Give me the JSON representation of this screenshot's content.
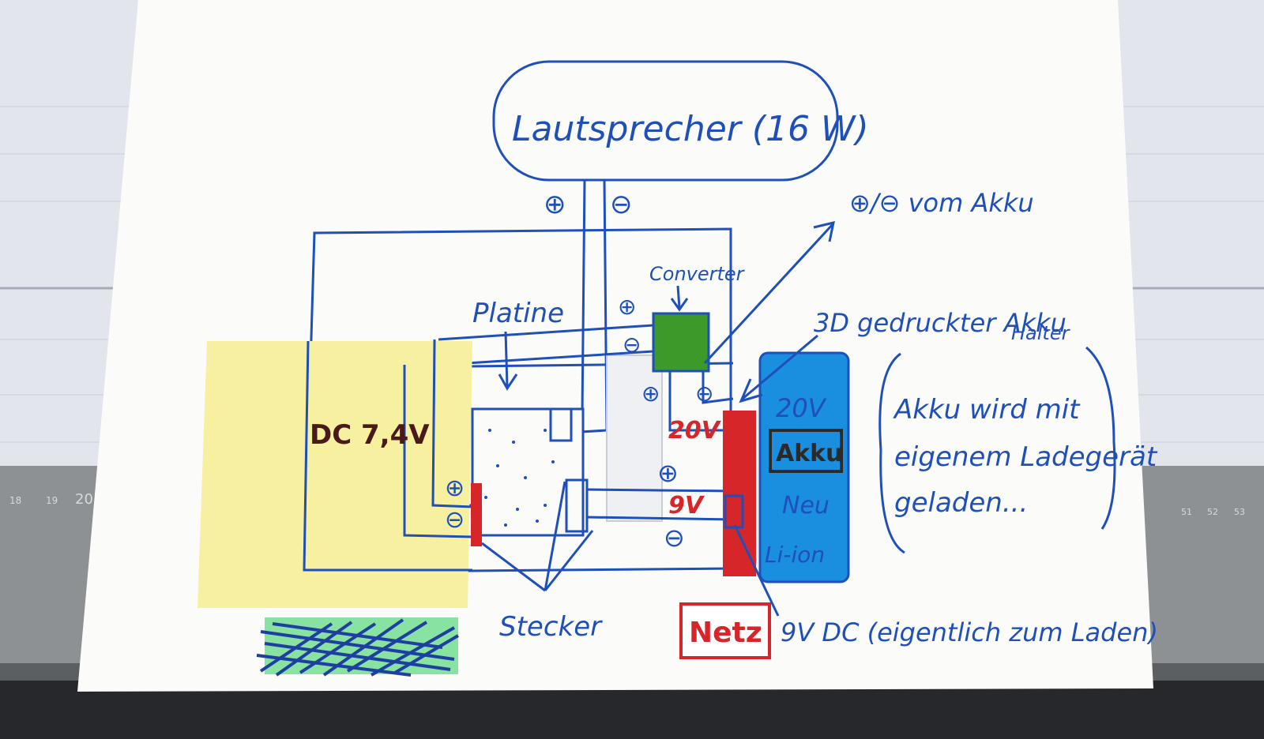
{
  "background": {
    "desk_color": "#2b2d30",
    "screen_color": "#e4e6ee",
    "ruler_color": "#9a9c9e",
    "ruler_left_marks": [
      "18",
      "19",
      "20"
    ],
    "ruler_right_marks": [
      "51",
      "52",
      "53"
    ]
  },
  "colors": {
    "ink_blue": "#1f4fb8",
    "ink_red": "#d6262a",
    "highlighter_green": "#3d9a2a",
    "highlighter_blue": "#1a8fe0",
    "sticky_note": "#f6f0a0",
    "paper": "#fbfbfa"
  },
  "diagram": {
    "speaker_label": "Lautsprecher (16 W)",
    "plus_symbol": "⊕",
    "minus_symbol": "⊖",
    "arrow_note": "⊕/⊖ vom Akku",
    "converter_label": "Converter",
    "platine_label": "Platine",
    "holder_label_line1": "3D gedruckter Akku",
    "holder_label_line2": "Halter",
    "battery": {
      "voltage": "20V",
      "label": "Akku",
      "state": "Neu",
      "chemistry": "Li-ion"
    },
    "voltage_20v": "20V",
    "voltage_9v": "9V",
    "note_lines": [
      "Akku wird mit",
      "eigenem Ladegerät",
      "geladen..."
    ],
    "sticky_label": "DC 7,4V",
    "stecker_label": "Stecker",
    "netz_label": "Netz",
    "netz_note": "9V DC (eigentlich zum Laden)"
  }
}
